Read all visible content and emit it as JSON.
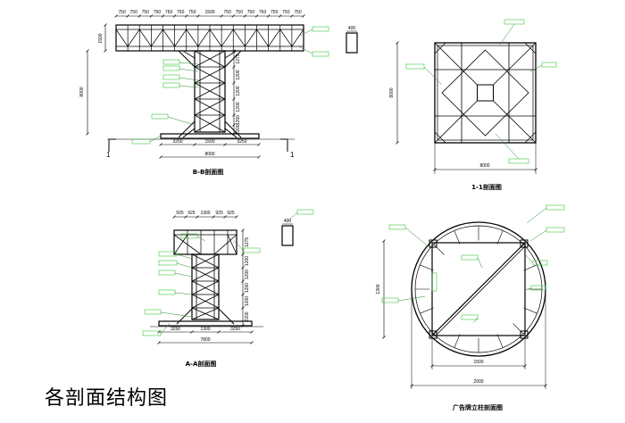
{
  "page": {
    "title": "各剖面结构图"
  },
  "colors": {
    "line": "#000000",
    "note": "#2a8a2a",
    "note_box": "#39c839"
  },
  "bb": {
    "caption": "B-B剖面图",
    "top_dims": [
      "750",
      "750",
      "750",
      "750",
      "750",
      "750",
      "750",
      "1500",
      "750",
      "750",
      "750",
      "750",
      "750",
      "750",
      "750"
    ],
    "left_height": "8000",
    "top_depth": "1500",
    "right_dims": [
      "1275",
      "1200",
      "1200",
      "1200",
      "1200",
      "2200"
    ],
    "base_dims": [
      "3250",
      "1500",
      "3250"
    ],
    "base_total": "8000",
    "section_marks": [
      "1",
      "1"
    ]
  },
  "aa": {
    "caption": "A-A剖面图",
    "top_dims": [
      "925",
      "925",
      "1300",
      "925",
      "925"
    ],
    "right_dims": [
      "1275",
      "1200",
      "1200",
      "1200",
      "1200",
      "2200"
    ],
    "base_dims": [
      "3250",
      "1300",
      "3250"
    ],
    "base_total": "7800"
  },
  "s11": {
    "caption": "1-1剖面图",
    "height_dim": "8000",
    "width_dim": "8000"
  },
  "col": {
    "caption": "广告牌立柱剖面图",
    "left_dim": "1300",
    "inner_dim": "1500",
    "outer_dim": "2000"
  },
  "details": {
    "size_a": "400",
    "size_b": "400"
  }
}
